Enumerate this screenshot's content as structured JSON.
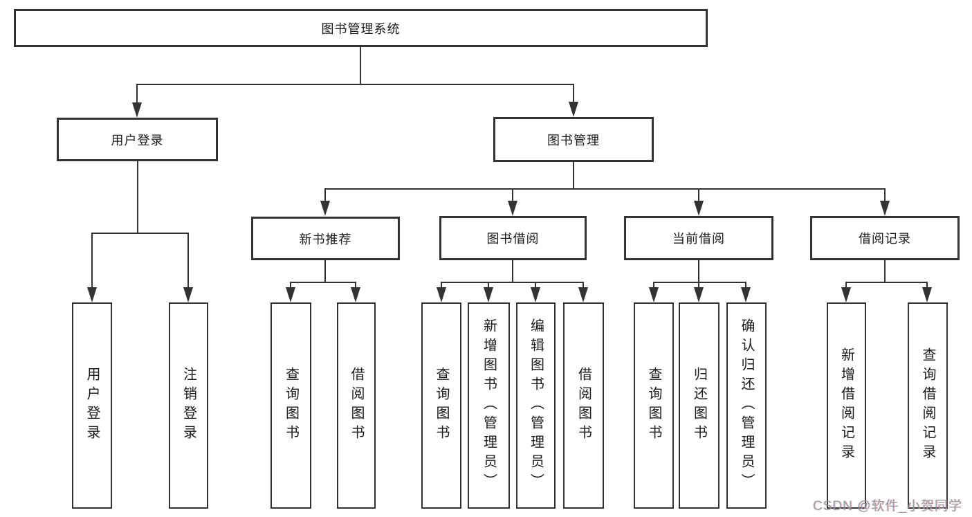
{
  "diagram": {
    "title": "图书管理系统",
    "level2": [
      {
        "label": "用户登录"
      },
      {
        "label": "图书管理"
      }
    ],
    "level3": [
      {
        "label": "新书推荐"
      },
      {
        "label": "图书借阅"
      },
      {
        "label": "当前借阅"
      },
      {
        "label": "借阅记录"
      }
    ],
    "leaves": [
      {
        "label": "用户登录"
      },
      {
        "label": "注销登录"
      },
      {
        "label": "查询图书"
      },
      {
        "label": "借阅图书"
      },
      {
        "label": "查询图书"
      },
      {
        "label": "新增图书（管理员）"
      },
      {
        "label": "编辑图书（管理员）"
      },
      {
        "label": "借阅图书"
      },
      {
        "label": "查询图书"
      },
      {
        "label": "归还图书"
      },
      {
        "label": "确认归还（管理员）"
      },
      {
        "label": "新增借阅记录"
      },
      {
        "label": "查询借阅记录"
      }
    ],
    "colors": {
      "line": "#333333",
      "text": "#1a1a1a",
      "background": "#ffffff"
    }
  },
  "watermark": {
    "text": "CSDN @软件_小贺同学"
  }
}
